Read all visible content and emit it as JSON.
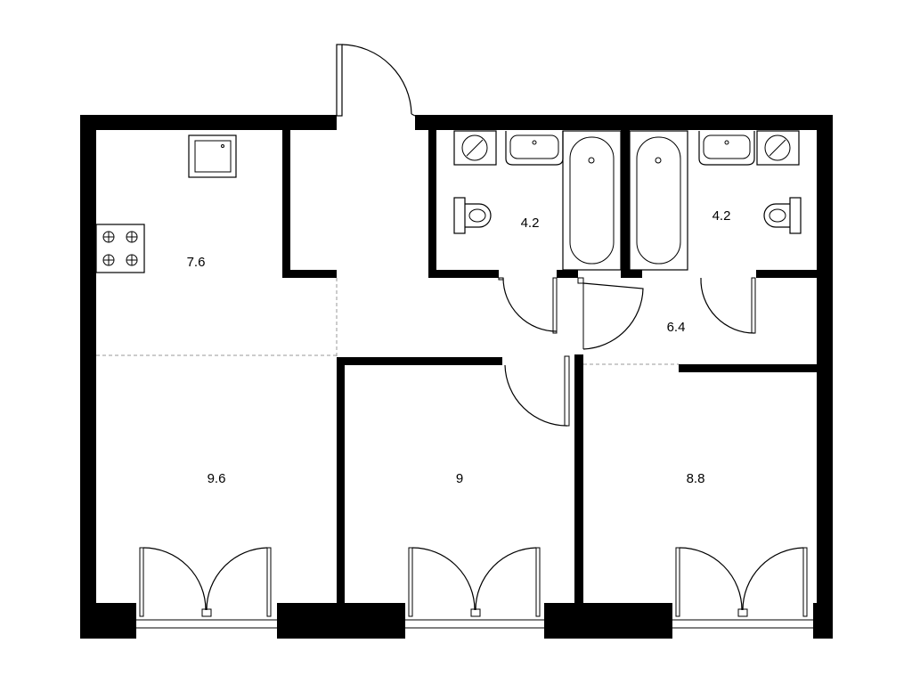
{
  "rooms": {
    "kitchen": {
      "area": "7.6"
    },
    "living_room": {
      "area": "9.6"
    },
    "bedroom_middle": {
      "area": "9"
    },
    "bedroom_right": {
      "area": "8.8"
    },
    "bathroom_left": {
      "area": "4.2"
    },
    "bathroom_right": {
      "area": "4.2"
    },
    "hallway": {
      "area": "6.4"
    }
  },
  "colors": {
    "wall": "#000000",
    "background": "#ffffff",
    "zone_divider": "#9a9a9a"
  },
  "icons": [
    "stove-icon",
    "sink-icon",
    "bathtub-icon",
    "toilet-icon",
    "washbasin-icon",
    "washing-machine-icon",
    "door-icon",
    "balcony-door-icon"
  ]
}
